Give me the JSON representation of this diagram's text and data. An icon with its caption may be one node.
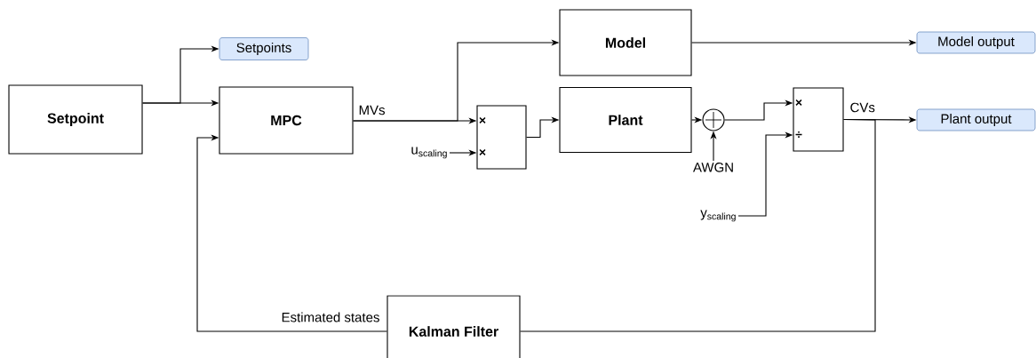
{
  "diagram": {
    "nodes": [
      {
        "text": [
          "Setpoint"
        ]
      },
      {
        "text": [
          "Setpoints"
        ]
      },
      {
        "text": [
          "MPC"
        ]
      },
      {
        "text": [
          "Model"
        ]
      },
      {
        "text": [
          "Model output"
        ]
      },
      {
        "text": [
          "×",
          "×"
        ]
      },
      {
        "text": [
          "u$_{scaling}$"
        ]
      },
      {
        "text": [
          "Plant"
        ]
      },
      {
        "text": [],
        "shape": "circle"
      },
      {
        "text": [
          "AWGN"
        ]
      },
      {
        "text": [
          "×",
          "÷"
        ]
      },
      {
        "text": [
          "Plant output"
        ]
      },
      {
        "text": [
          "y$_{scaling}$"
        ]
      },
      {
        "text": [
          "Kalman Filter"
        ]
      }
    ],
    "edges": [
      {
        "from": 0,
        "to": 1,
        "arrow": "to"
      },
      {
        "from": 0,
        "to": 2,
        "arrow": "to"
      },
      {
        "from": 2,
        "to": 3,
        "arrow": "to"
      },
      {
        "from": 2,
        "to": 5,
        "arrow": "to",
        "label": "MVs"
      },
      {
        "from": 6,
        "to": 5,
        "arrow": "to"
      },
      {
        "from": 5,
        "to": 7,
        "arrow": "to"
      },
      {
        "from": 7,
        "to": 8,
        "arrow": "to"
      },
      {
        "from": 9,
        "to": 8,
        "arrow": "to"
      },
      {
        "from": 8,
        "to": 10,
        "arrow": "to"
      },
      {
        "from": 12,
        "to": 10,
        "arrow": "to"
      },
      {
        "from": 3,
        "to": 4,
        "arrow": "to"
      },
      {
        "from": 10,
        "to": 11,
        "arrow": "to",
        "label": "CVs"
      },
      {
        "from": 10,
        "to": 13,
        "arrow": "none"
      },
      {
        "from": 13,
        "to": 2,
        "arrow": "to",
        "label": "Estimated states"
      }
    ]
  }
}
